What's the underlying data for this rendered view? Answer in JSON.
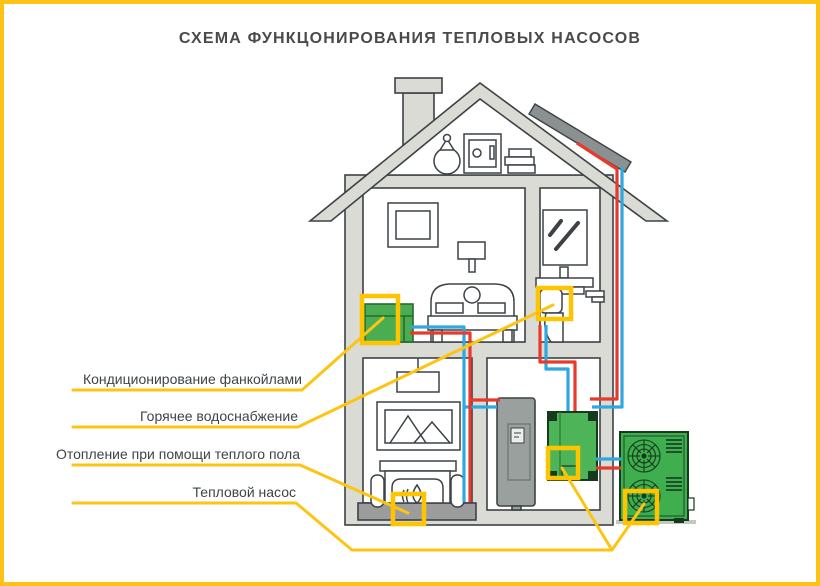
{
  "title": "СХЕМА ФУНКЦОНИРОВАНИЯ ТЕПЛОВЫХ НАСОСОВ",
  "callouts": {
    "fancoil": "Кондиционирование фанкойлами",
    "hot_water": "Горячее водоснабжение",
    "floor_heating": "Отопление при помощи теплого пола",
    "heat_pump": "Тепловой насос"
  },
  "colors": {
    "frame_yellow": "#fcc216",
    "callout_yellow": "#fdc513",
    "highlight_yellow": "#ffc400",
    "hot_pipe_red": "#e8392c",
    "cold_pipe_blue": "#2fa8e0",
    "equipment_green": "#4aad52",
    "wall_gray": "#d9dbd4",
    "floor_slab_gray": "#9c9c9c",
    "collector_gray": "#8b9091",
    "outline_dark": "#3c4245",
    "title_gray": "#4a4a4a"
  }
}
